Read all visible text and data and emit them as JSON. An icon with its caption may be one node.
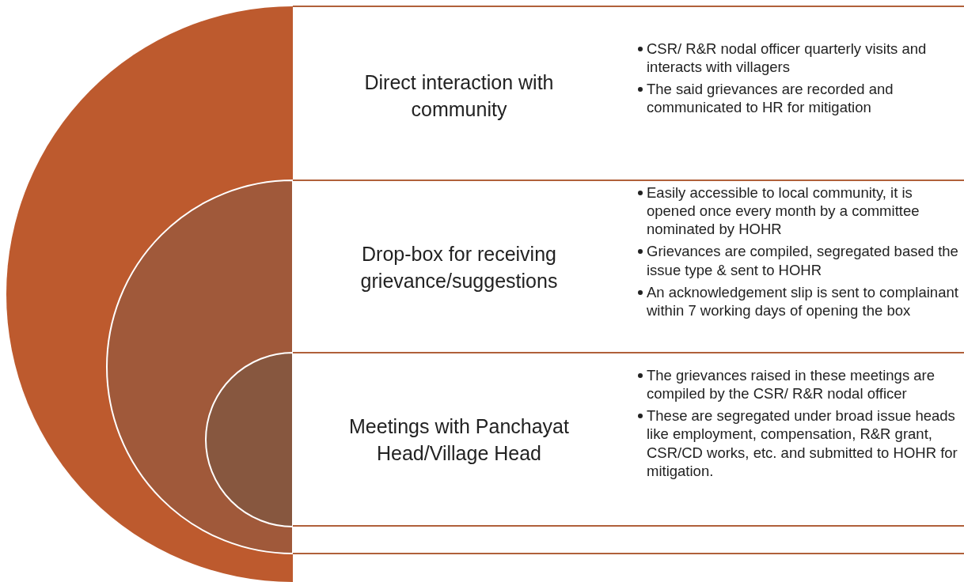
{
  "diagram": {
    "nodes": [
      {
        "text": [
          "Direct interaction with community",
          "CSR/ R&R nodal officer quarterly visits and interacts with villagers",
          "The said grievances are recorded and communicated to HR for mitigation"
        ]
      },
      {
        "text": [
          "Drop-box for receiving grievance/suggestions",
          "Easily accessible to local community, it is opened once every month by a committee nominated by HOHR",
          "Grievances are compiled, segregated based the issue type & sent to HOHR",
          "An acknowledgement slip is sent to complainant within 7 working days of opening the box"
        ]
      },
      {
        "text": [
          "Meetings with Panchayat Head/Village Head",
          "The grievances raised in these meetings are compiled by the CSR/ R&R nodal officer",
          "These are segregated under broad issue heads like employment, compensation, R&R grant, CSR/CD works, etc. and submitted to HOHR for mitigation."
        ]
      }
    ]
  }
}
